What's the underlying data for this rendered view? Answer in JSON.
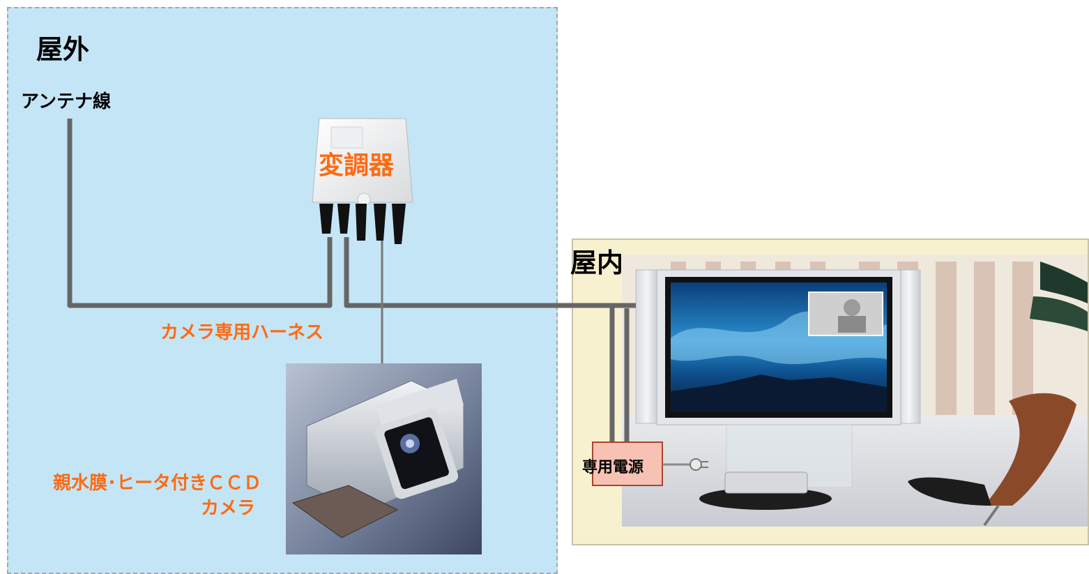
{
  "labels": {
    "outdoor": "屋外",
    "indoor": "屋内",
    "antenna": "アンテナ線",
    "modulator": "変調器",
    "harness": "カメラ専用ハーネス",
    "camera_line1": "親水膜･ヒータ付きＣＣＤ",
    "camera_line2": "カメラ",
    "power": "専用電源"
  },
  "colors": {
    "outdoor_bg": "#c4e5f6",
    "indoor_bg": "#f8f1d0",
    "cable": "#666666",
    "accent_text": "#ff6a10"
  }
}
